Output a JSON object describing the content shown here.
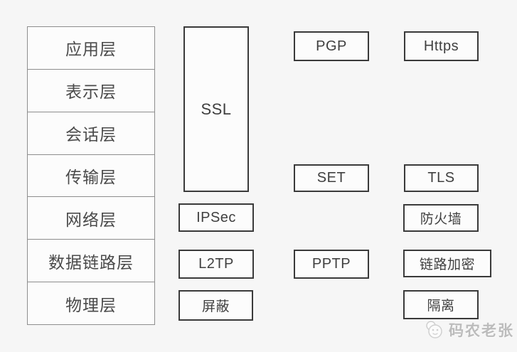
{
  "diagram": {
    "description": "OSI seven-layer model with security protocols mapped to layers"
  },
  "osi_stack": {
    "layers": [
      {
        "id": "application",
        "label": "应用层"
      },
      {
        "id": "presentation",
        "label": "表示层"
      },
      {
        "id": "session",
        "label": "会话层"
      },
      {
        "id": "transport",
        "label": "传输层"
      },
      {
        "id": "network",
        "label": "网络层"
      },
      {
        "id": "datalink",
        "label": "数据链路层"
      },
      {
        "id": "physical",
        "label": "物理层"
      }
    ]
  },
  "protocols": {
    "ssl": {
      "label": "SSL"
    },
    "pgp": {
      "label": "PGP"
    },
    "https": {
      "label": "Https"
    },
    "set": {
      "label": "SET"
    },
    "tls": {
      "label": "TLS"
    },
    "ipsec": {
      "label": "IPSec"
    },
    "firewall": {
      "label": "防火墙"
    },
    "l2tp": {
      "label": "L2TP"
    },
    "pptp": {
      "label": "PPTP"
    },
    "link_encryption": {
      "label": "链路加密"
    },
    "shielding": {
      "label": "屏蔽"
    },
    "isolation": {
      "label": "隔离"
    }
  },
  "watermark": {
    "text": "码农老张"
  },
  "colors": {
    "background": "#f6f6f6",
    "box_fill": "#fcfcfc",
    "box_border": "#3a3a3a",
    "stack_border": "#8d8d8d",
    "text": "#4a4a4a",
    "watermark_text": "#bcbcbc"
  }
}
